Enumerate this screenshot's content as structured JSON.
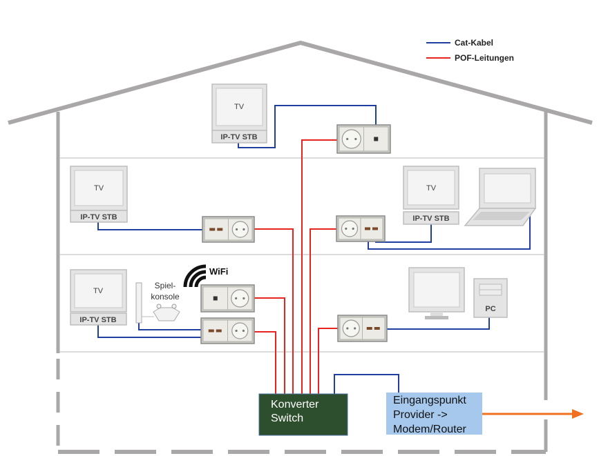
{
  "legend": {
    "items": [
      {
        "label": "Cat-Kabel",
        "color": "#1f3fa0"
      },
      {
        "label": "POF-Leitungen",
        "color": "#e8231f"
      }
    ]
  },
  "devices": {
    "tv_label": "TV",
    "stb_label": "IP-TV STB",
    "pc_label": "PC",
    "console_label_1": "Spiel-",
    "console_label_2": "konsole",
    "wifi_label": "WiFi"
  },
  "basement": {
    "switch_line1": "Konverter",
    "switch_line2": "Switch",
    "switch_color": "#2d4f2d",
    "entry_line1": "Eingangspunkt",
    "entry_line2": "Provider ->",
    "entry_line3": "Modem/Router",
    "entry_color": "#a5c8ec",
    "arrow_color": "#f07020"
  }
}
